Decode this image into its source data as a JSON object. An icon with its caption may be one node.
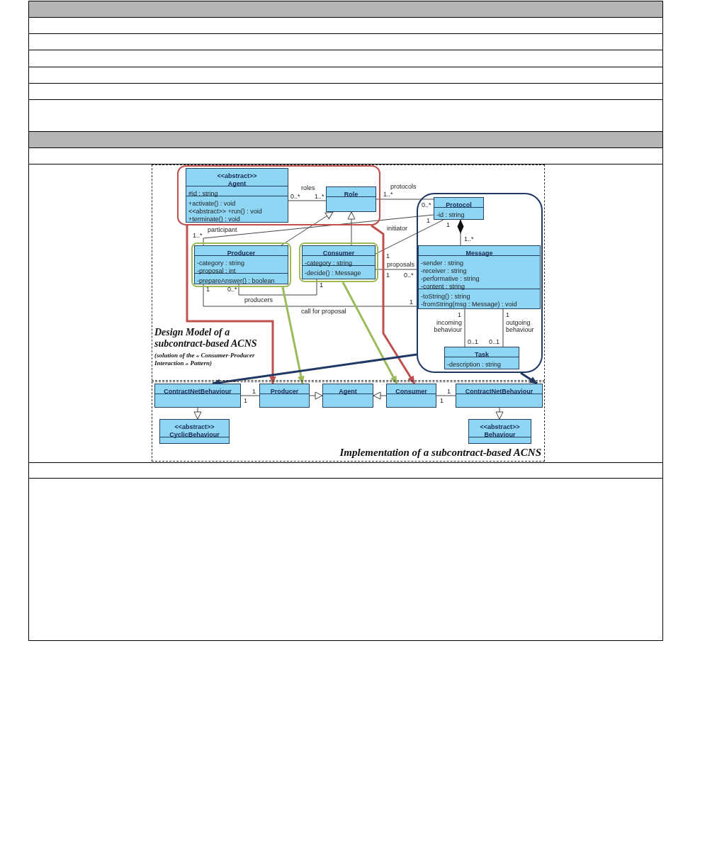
{
  "diagram": {
    "nodes": [
      {
        "text": [
          "Design Model of a subcontract-based ACNS",
          "(solution of the « Consumer-Producer Interaction » Pattern)"
        ]
      },
      {
        "text": [],
        "shape": "box",
        "in": 0
      },
      {
        "text": [
          "<<abstract>>",
          "Agent",
          "#id : string",
          "+activate() : void",
          "<<abstract>> +run() : void",
          "+terminate() : void"
        ],
        "in": 1
      },
      {
        "text": [
          "Role"
        ],
        "in": 1
      },
      {
        "text": [],
        "shape": "box",
        "in": 0
      },
      {
        "text": [
          "Protocol",
          "-id : string"
        ],
        "in": 4
      },
      {
        "text": [],
        "shape": "box",
        "in": 0
      },
      {
        "text": [
          "Producer",
          "-category : string",
          "-proposal : int",
          "-prepareAnswer() : boolean"
        ],
        "in": 6
      },
      {
        "text": [],
        "shape": "box",
        "in": 0
      },
      {
        "text": [
          "Consumer",
          "-category : string",
          "-decide() : Message"
        ],
        "in": 8
      },
      {
        "text": [
          "Message",
          "-sender : string",
          "-receiver : string",
          "-performative : string",
          "-content : string",
          "-toString() : string",
          "-fromString(msg : Message) : void"
        ],
        "in": 4
      },
      {
        "text": [
          "Task",
          "-description : string"
        ],
        "in": 4
      },
      {
        "text": [
          "Implementation of a subcontract-based ACNS"
        ]
      },
      {
        "text": [
          "ContractNetBehaviour"
        ],
        "in": 12
      },
      {
        "text": [
          "Producer"
        ],
        "in": 12
      },
      {
        "text": [
          "Agent"
        ],
        "in": 12
      },
      {
        "text": [
          "Consumer"
        ],
        "in": 12
      },
      {
        "text": [
          "ContractNetBehaviour"
        ],
        "in": 12
      },
      {
        "text": [
          "<<abstract>>",
          "CyclicBehaviour"
        ],
        "in": 12
      },
      {
        "text": [
          "<<abstract>>",
          "Behaviour"
        ],
        "in": 12
      }
    ],
    "edges": [
      {
        "from": 2,
        "to": 3,
        "arrow": "none",
        "label": "roles"
      },
      {
        "from": 3,
        "to": 5,
        "arrow": "none",
        "label": "protocols"
      },
      {
        "from": 7,
        "to": 5,
        "arrow": "none",
        "label": "participant"
      },
      {
        "from": 7,
        "to": 3,
        "arrow": "to"
      },
      {
        "from": 9,
        "to": 3,
        "arrow": "to"
      },
      {
        "from": 9,
        "to": 5,
        "arrow": "none",
        "label": "initiator"
      },
      {
        "from": 5,
        "to": 10,
        "arrow": "other"
      },
      {
        "from": 9,
        "to": 10,
        "arrow": "none",
        "label": "proposals"
      },
      {
        "from": 7,
        "to": 9,
        "arrow": "none",
        "label": "producers"
      },
      {
        "from": 7,
        "to": 10,
        "arrow": "none",
        "label": "call for proposal"
      },
      {
        "from": 10,
        "to": 11,
        "arrow": "none",
        "label": "incoming behaviour"
      },
      {
        "from": 10,
        "to": 11,
        "arrow": "none",
        "label": "outgoing behaviour"
      },
      {
        "from": 1,
        "to": 14,
        "arrow": "to",
        "style": "thick",
        "color": "#c0504d"
      },
      {
        "from": 1,
        "to": 16,
        "arrow": "to",
        "style": "thick",
        "color": "#c0504d"
      },
      {
        "from": 6,
        "to": 14,
        "arrow": "to",
        "style": "thick",
        "color": "#9bbb59"
      },
      {
        "from": 8,
        "to": 16,
        "arrow": "to",
        "style": "thick",
        "color": "#9bbb59"
      },
      {
        "from": 4,
        "to": 13,
        "arrow": "to",
        "style": "thick",
        "color": "#1f3864"
      },
      {
        "from": 4,
        "to": 17,
        "arrow": "to",
        "style": "thick",
        "color": "#1f3864"
      },
      {
        "from": 13,
        "to": 14,
        "arrow": "none"
      },
      {
        "from": 14,
        "to": 15,
        "arrow": "to"
      },
      {
        "from": 16,
        "to": 15,
        "arrow": "to"
      },
      {
        "from": 16,
        "to": 17,
        "arrow": "none"
      },
      {
        "from": 13,
        "to": 18,
        "arrow": "to"
      },
      {
        "from": 17,
        "to": 19,
        "arrow": "to"
      }
    ],
    "labels": [
      "0..*",
      "1..*",
      "1..*",
      "0..*",
      "1",
      "1",
      "1..*",
      "1..*",
      "1",
      "1",
      "0..*",
      "1",
      "1",
      "0..*",
      "1",
      "1",
      "1",
      "0..1",
      "0..1",
      "1",
      "1",
      "1",
      "1"
    ]
  }
}
